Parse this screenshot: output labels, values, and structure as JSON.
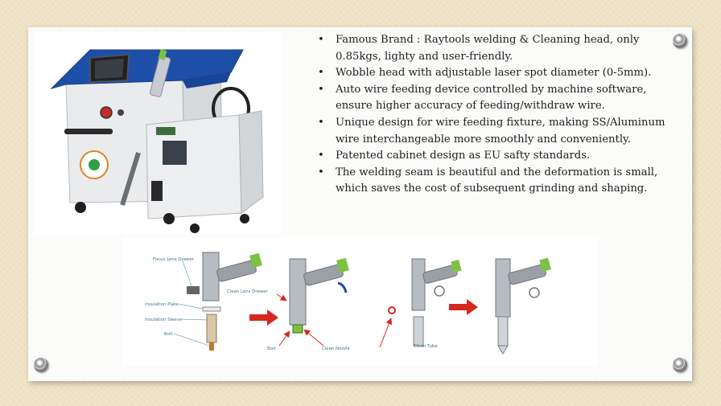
{
  "slide": {
    "bullets": [
      "Famous Brand : Raytools welding & Cleaning head, only 0.85kgs, lighty and user-friendly.",
      "Wobble head with adjustable laser spot diameter (0-5mm).",
      "Auto wire feeding device controlled by machine software, ensure higher accuracy of feeding/withdraw wire.",
      "Unique design for wire feeding fixture, making SS/Aluminum wire interchangeable more smoothly and conveniently.",
      "Patented cabinet design as EU safty standards.",
      "The welding seam is beautiful and the deformation is small, which saves the cost of subsequent grinding and shaping."
    ],
    "bullet_marker": "•"
  },
  "diagram": {
    "labels": {
      "focus_lens_drawer": "Focus Lens Drawer",
      "insulation_plate": "Insulation Plate",
      "insulation_sleeve": "Insulation Sleeve",
      "bolt_1": "Bolt",
      "clean_lens_drawer": "Clean Lens Drawer",
      "bolt_2": "Bolt",
      "clean_nozzle": "Clean Nozzle",
      "clean_tube": "Clean Tube"
    },
    "colors": {
      "arrow": "#d8261f",
      "label": "#3b7a82",
      "head_green": "#7dc242",
      "cabinet_blue": "#1d4fa8"
    }
  }
}
